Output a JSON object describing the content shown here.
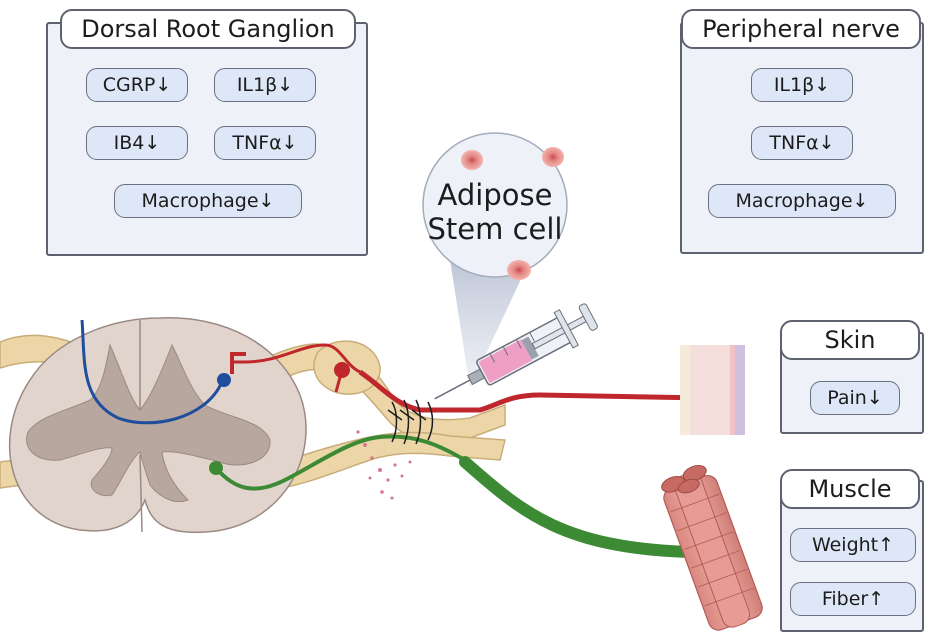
{
  "drg_panel": {
    "title": "Dorsal Root Ganglion",
    "markers": [
      "CGRP↓",
      "IL1β↓",
      "IB4↓",
      "TNFα↓",
      "Macrophage↓"
    ]
  },
  "nerve_panel": {
    "title": "Peripheral nerve",
    "markers": [
      "IL1β↓",
      "TNFα↓",
      "Macrophage↓"
    ]
  },
  "skin_panel": {
    "title": "Skin",
    "markers": [
      "Pain↓"
    ]
  },
  "muscle_panel": {
    "title": "Muscle",
    "markers": [
      "Weight↑",
      "Fiber↑"
    ]
  },
  "bubble": {
    "line1": "Adipose",
    "line2": "Stem cell"
  },
  "colors": {
    "sensory_red": "#c0272d",
    "motor_green": "#3d8a35",
    "interneuron_blue": "#1f4e9c",
    "nerve_tan": "#ecd6a8",
    "gray_matter": "#b8a79f",
    "white_matter": "#e1d4cd",
    "panel_fill": "#eef1f8",
    "pill_fill": "#dde7f7"
  }
}
